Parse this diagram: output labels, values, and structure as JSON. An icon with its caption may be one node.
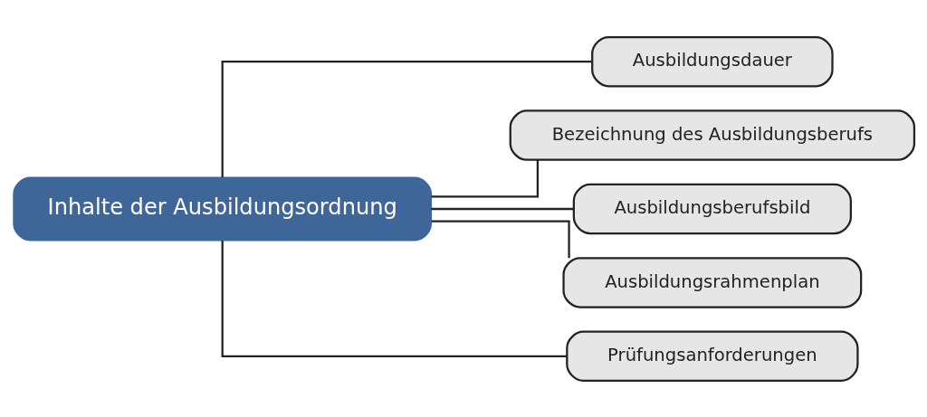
{
  "diagram": {
    "nodes": [
      {
        "text": [
          "Inhalte der Ausbildungsordnung"
        ]
      },
      {
        "text": [
          "Ausbildungsdauer"
        ]
      },
      {
        "text": [
          "Bezeichnung des Ausbildungsberufs"
        ]
      },
      {
        "text": [
          "Ausbildungsberufsbild"
        ]
      },
      {
        "text": [
          "Ausbildungsrahmenplan"
        ]
      },
      {
        "text": [
          "Prüfungsanforderungen"
        ]
      }
    ],
    "edges": [
      {
        "from": 0,
        "to": 1,
        "arrow": "none"
      },
      {
        "from": 0,
        "to": 2,
        "arrow": "none"
      },
      {
        "from": 0,
        "to": 3,
        "arrow": "none"
      },
      {
        "from": 0,
        "to": 4,
        "arrow": "none"
      },
      {
        "from": 0,
        "to": 5,
        "arrow": "none"
      }
    ]
  }
}
